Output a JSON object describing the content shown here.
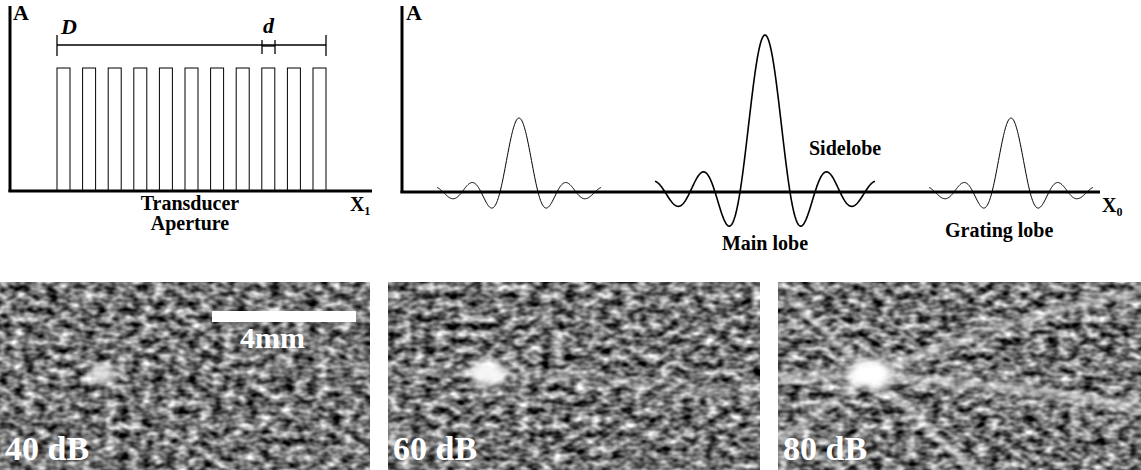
{
  "diagram": {
    "nodes": [
      {
        "text": [
          "4mm",
          "40 dB"
        ]
      },
      {
        "text": [
          "60 dB"
        ]
      },
      {
        "text": [
          "80 dB"
        ]
      }
    ],
    "labels": [
      "A",
      "D",
      "d",
      "Transducer Aperture",
      "X₁",
      "A",
      "Sidelobe",
      "Main lobe",
      "Grating lobe",
      "X₀"
    ]
  }
}
